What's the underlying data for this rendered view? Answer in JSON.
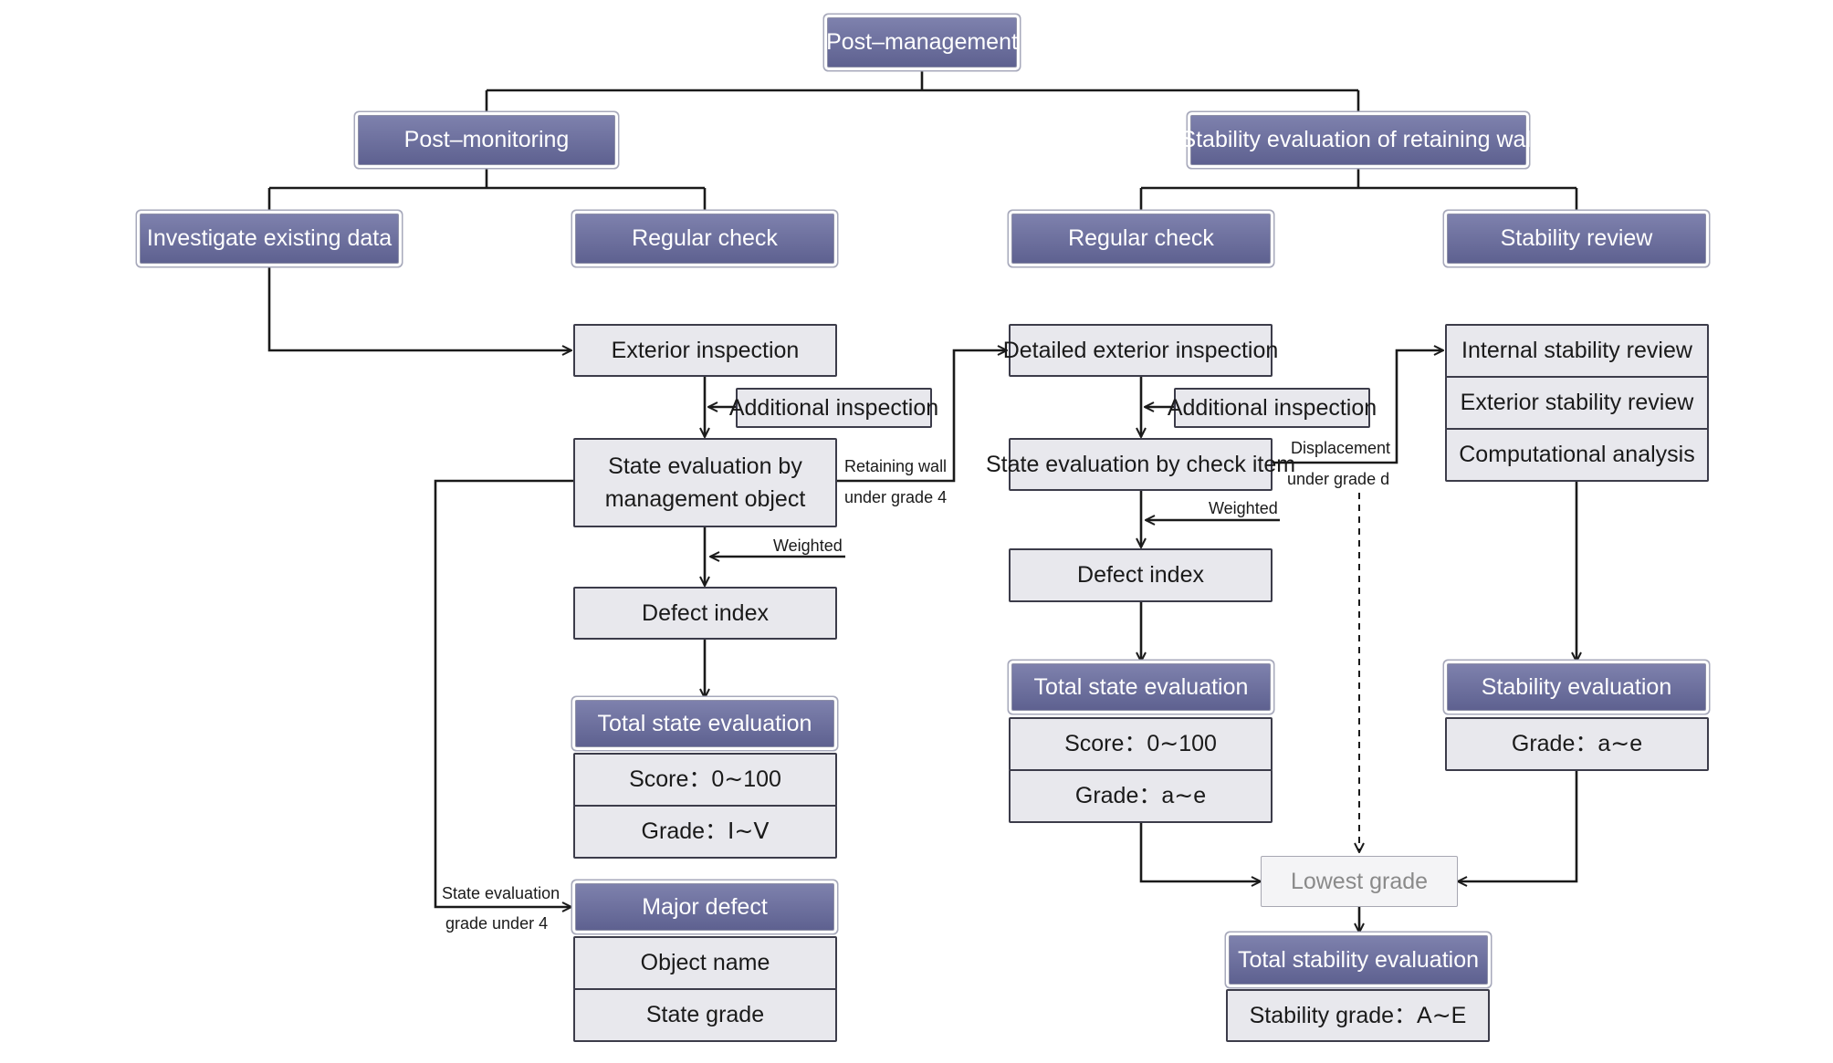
{
  "nodes": {
    "post_management": "Post–management",
    "post_monitoring": "Post–monitoring",
    "stability_eval_wall": "Stability evaluation of retaining wall",
    "investigate_data": "Investigate existing data",
    "regular_check_left": "Regular check",
    "regular_check_right": "Regular check",
    "stability_review": "Stability review",
    "exterior_inspection": "Exterior inspection",
    "additional_inspection_left": "Additional inspection",
    "state_eval_mgmt_line1": "State evaluation by",
    "state_eval_mgmt_line2": "management object",
    "defect_index_left": "Defect index",
    "total_state_eval_left": "Total state evaluation",
    "score_left": "Score：0∼100",
    "grade_roman": "Grade：Ⅰ∼Ⅴ",
    "major_defect": "Major defect",
    "object_name": "Object name",
    "state_grade": "State grade",
    "detailed_exterior_inspection": "Detailed exterior inspection",
    "additional_inspection_right": "Additional inspection",
    "state_eval_check_item": "State evaluation by check item",
    "defect_index_right": "Defect index",
    "total_state_eval_right": "Total state evaluation",
    "score_right": "Score：0∼100",
    "grade_ae": "Grade：a∼e",
    "internal_stability_review": "Internal stability review",
    "exterior_stability_review": "Exterior stability review",
    "computational_analysis": "Computational analysis",
    "stability_evaluation": "Stability evaluation",
    "grade_ae_stability": "Grade：a∼e",
    "lowest_grade": "Lowest grade",
    "total_stability_evaluation": "Total stability evaluation",
    "stability_grade": "Stability grade：A∼E"
  },
  "edge_labels": {
    "retaining_wall_line1": "Retaining wall",
    "retaining_wall_line2": "under grade 4",
    "weighted_left": "Weighted",
    "weighted_right": "Weighted",
    "displacement_line1": "Displacement",
    "displacement_line2": "under grade d",
    "state_eval_grade_line1": "State evaluation",
    "state_eval_grade_line2": "grade under 4"
  }
}
